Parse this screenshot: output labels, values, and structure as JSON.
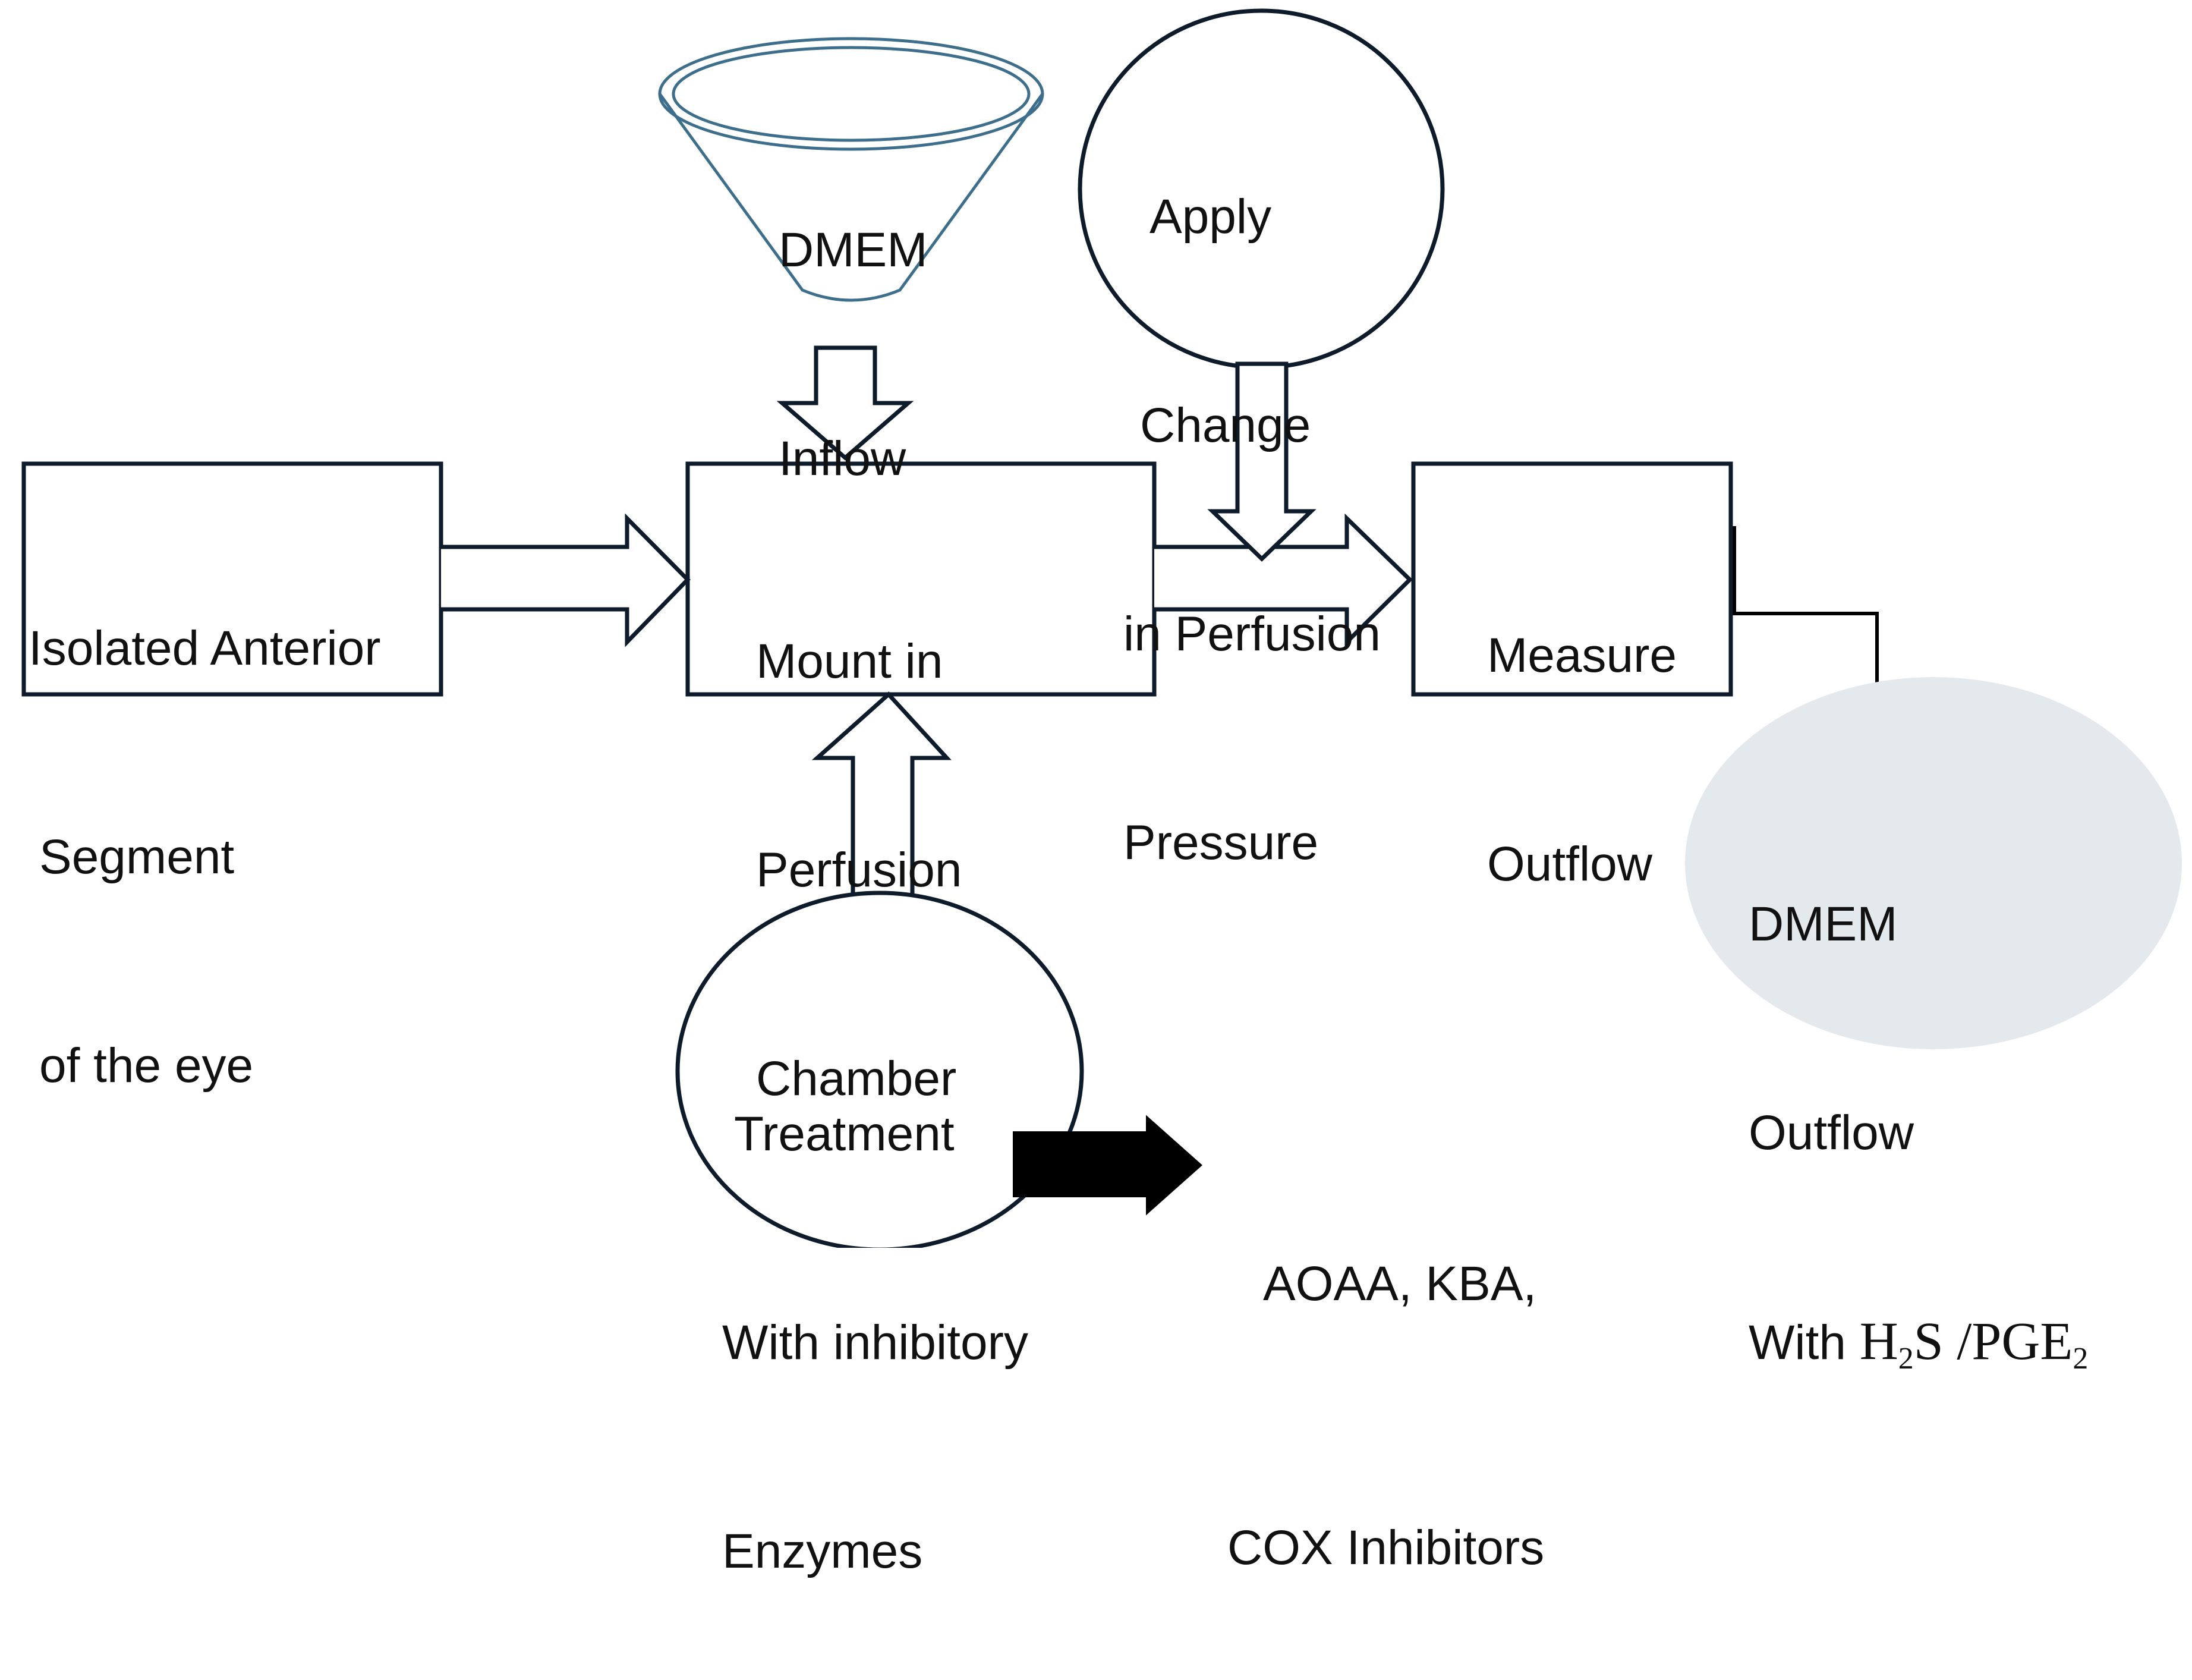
{
  "nodes": {
    "dmem_inflow": [
      "DMEM",
      "Inflow"
    ],
    "apply_change": [
      "Apply",
      "Change",
      "in Perfusion",
      "Pressure"
    ],
    "isolated_segment": [
      "Isolated Anterior",
      "Segment",
      "of the eye"
    ],
    "mount_chamber": [
      "Mount in",
      "Perfusion",
      "Chamber"
    ],
    "measure_outflow": [
      "Measure",
      "Outflow"
    ],
    "treatment": [
      "Treatment",
      "With inhibitory",
      "Enzymes"
    ],
    "inhibitors": [
      "AOAA, KBA,",
      "COX Inhibitors"
    ],
    "dmem_outflow": {
      "line1": "DMEM",
      "line2": "Outflow",
      "line3_prefix": "With ",
      "h": "H",
      "h_sub": "2",
      "s": "S /PGE",
      "pge_sub": "2"
    }
  },
  "colors": {
    "funnel_stroke": "#3d6f8c",
    "shape_stroke": "#0d1b2a",
    "outflow_fill": "#e4e9ee"
  }
}
